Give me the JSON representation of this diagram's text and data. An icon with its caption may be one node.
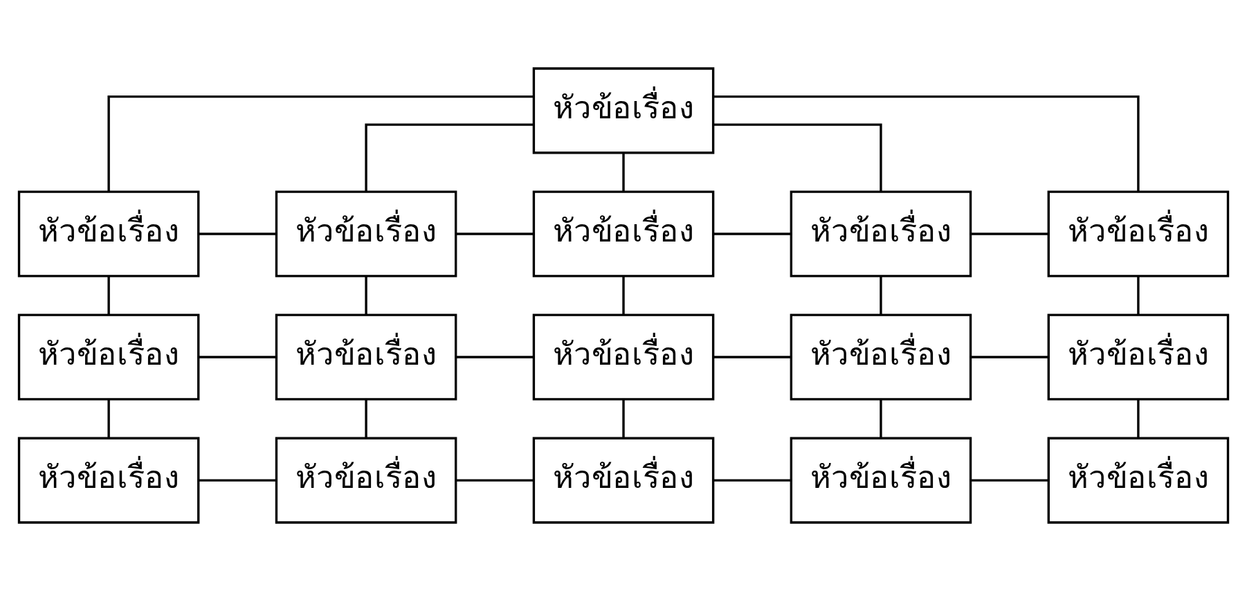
{
  "diagram": {
    "nodes": [
      {
        "text": [
          "หัวข้อเรื่อง"
        ]
      },
      {
        "text": [
          "หัวข้อเรื่อง"
        ]
      },
      {
        "text": [
          "หัวข้อเรื่อง"
        ]
      },
      {
        "text": [
          "หัวข้อเรื่อง"
        ]
      },
      {
        "text": [
          "หัวข้อเรื่อง"
        ]
      },
      {
        "text": [
          "หัวข้อเรื่อง"
        ]
      },
      {
        "text": [
          "หัวข้อเรื่อง"
        ]
      },
      {
        "text": [
          "หัวข้อเรื่อง"
        ]
      },
      {
        "text": [
          "หัวข้อเรื่อง"
        ]
      },
      {
        "text": [
          "หัวข้อเรื่อง"
        ]
      },
      {
        "text": [
          "หัวข้อเรื่อง"
        ]
      },
      {
        "text": [
          "หัวข้อเรื่อง"
        ]
      },
      {
        "text": [
          "หัวข้อเรื่อง"
        ]
      },
      {
        "text": [
          "หัวข้อเรื่อง"
        ]
      },
      {
        "text": [
          "หัวข้อเรื่อง"
        ]
      },
      {
        "text": [
          "หัวข้อเรื่อง"
        ]
      }
    ],
    "edges": [
      {
        "from": 0,
        "to": 1,
        "arrow": "none"
      },
      {
        "from": 0,
        "to": 2,
        "arrow": "none"
      },
      {
        "from": 0,
        "to": 3,
        "arrow": "none"
      },
      {
        "from": 0,
        "to": 4,
        "arrow": "none"
      },
      {
        "from": 0,
        "to": 5,
        "arrow": "none"
      },
      {
        "from": 1,
        "to": 2,
        "arrow": "none"
      },
      {
        "from": 2,
        "to": 3,
        "arrow": "none"
      },
      {
        "from": 3,
        "to": 4,
        "arrow": "none"
      },
      {
        "from": 4,
        "to": 5,
        "arrow": "none"
      },
      {
        "from": 1,
        "to": 6,
        "arrow": "none"
      },
      {
        "from": 2,
        "to": 7,
        "arrow": "none"
      },
      {
        "from": 3,
        "to": 8,
        "arrow": "none"
      },
      {
        "from": 4,
        "to": 9,
        "arrow": "none"
      },
      {
        "from": 5,
        "to": 10,
        "arrow": "none"
      },
      {
        "from": 6,
        "to": 7,
        "arrow": "none"
      },
      {
        "from": 7,
        "to": 8,
        "arrow": "none"
      },
      {
        "from": 8,
        "to": 9,
        "arrow": "none"
      },
      {
        "from": 9,
        "to": 10,
        "arrow": "none"
      },
      {
        "from": 6,
        "to": 11,
        "arrow": "none"
      },
      {
        "from": 7,
        "to": 12,
        "arrow": "none"
      },
      {
        "from": 8,
        "to": 13,
        "arrow": "none"
      },
      {
        "from": 9,
        "to": 14,
        "arrow": "none"
      },
      {
        "from": 10,
        "to": 15,
        "arrow": "none"
      },
      {
        "from": 11,
        "to": 12,
        "arrow": "none"
      },
      {
        "from": 12,
        "to": 13,
        "arrow": "none"
      },
      {
        "from": 13,
        "to": 14,
        "arrow": "none"
      },
      {
        "from": 14,
        "to": 15,
        "arrow": "none"
      }
    ]
  }
}
